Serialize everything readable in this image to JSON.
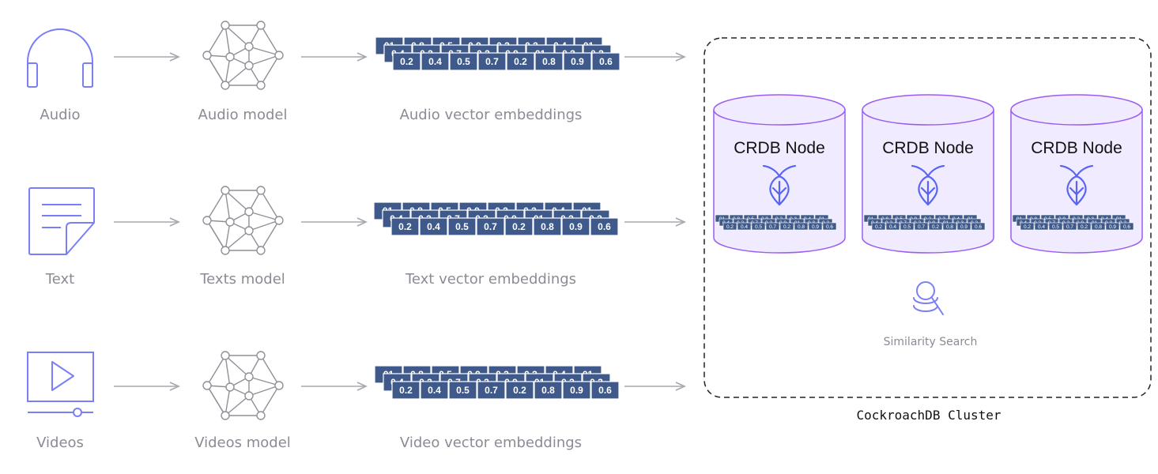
{
  "rows": [
    {
      "input_label": "Audio",
      "input_icon": "headphones-icon",
      "model_label": "Audio model",
      "embedding_label": "Audio vector embeddings"
    },
    {
      "input_label": "Text",
      "input_icon": "document-icon",
      "model_label": "Texts model",
      "embedding_label": "Text vector embeddings"
    },
    {
      "input_label": "Videos",
      "input_icon": "video-player-icon",
      "model_label": "Videos model",
      "embedding_label": "Video vector embeddings"
    }
  ],
  "embedding_layers": [
    [
      "01",
      "0.8",
      "0.5",
      "0.9",
      "0.2",
      "0.3",
      "0.4",
      "01"
    ],
    [
      "0.4",
      "0.2",
      "0.7",
      "0.2",
      "0.9",
      "01",
      "0.3",
      "0.2"
    ],
    [
      "0.2",
      "0.4",
      "0.5",
      "0.7",
      "0.2",
      "0.8",
      "0.9",
      "0.6"
    ]
  ],
  "nodes": [
    {
      "title": "CRDB Node",
      "icon": "cockroach-logo-icon"
    },
    {
      "title": "CRDB Node",
      "icon": "cockroach-logo-icon"
    },
    {
      "title": "CRDB Node",
      "icon": "cockroach-logo-icon"
    }
  ],
  "search": {
    "label": "Similarity Search",
    "icon": "similarity-search-icon"
  },
  "cluster": {
    "label": "CockroachDB Cluster"
  },
  "colors": {
    "icon_stroke": "#7b7ff5",
    "network_stroke": "#8f9197",
    "arrow": "#a6a8ae",
    "cell_fill": "#3f5a8a",
    "cylinder_fill": "#f1ebff",
    "cylinder_stroke": "#9b5cf2",
    "logo_stroke": "#5865f2",
    "text_muted": "#8a8c95"
  }
}
